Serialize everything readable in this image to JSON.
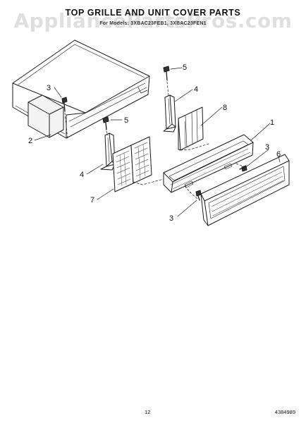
{
  "header": {
    "title": "TOP GRILLE AND UNIT COVER PARTS",
    "subtitle": "For Models: 3XBAC23FEB1, 3XBAC23FEN1",
    "watermark": "AppliancePartsPros.com"
  },
  "callouts": [
    "1",
    "2",
    "3",
    "3",
    "3",
    "4",
    "4",
    "5",
    "5",
    "6",
    "7",
    "8"
  ],
  "footer": {
    "page_number": "12",
    "document_number": "4384989"
  },
  "colors": {
    "line": "#1a1a1a",
    "watermark": "#aaaaaa"
  }
}
